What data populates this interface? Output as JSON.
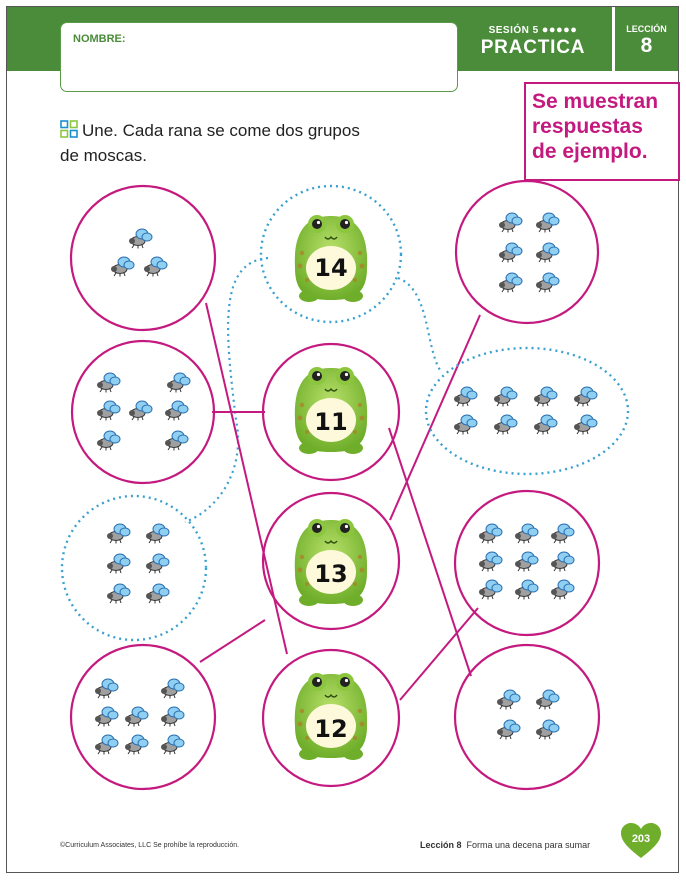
{
  "header": {
    "name_label": "NOMBRE:",
    "session_label": "SESIÓN 5",
    "session_dots": "●●●●●",
    "practice_label": "PRACTICA",
    "lesson_label": "LECCIÓN",
    "lesson_number": "8",
    "accent_color": "#4a8c3a"
  },
  "sample_note": [
    "Se muestran",
    "respuestas",
    "de ejemplo."
  ],
  "instructions": "Une. Cada rana se come dos grupos de moscas.",
  "frogs": [
    "14",
    "11",
    "13",
    "12"
  ],
  "fly_groups": {
    "left": [
      3,
      7,
      6,
      8
    ],
    "right": [
      6,
      8,
      9,
      4
    ]
  },
  "footer": {
    "copyright": "©Curriculum Associates, LLC  Se prohíbe la reproducción.",
    "lesson_ref": "Lección 8",
    "lesson_title": "Forma una decena para sumar",
    "page_number": "203"
  },
  "colors": {
    "line": "#c41a7f",
    "dotted": "#3aa0d0",
    "frog": "#8cc63f"
  },
  "icons": [
    "fly-icon",
    "frog-icon",
    "match-icon",
    "heart-icon"
  ]
}
